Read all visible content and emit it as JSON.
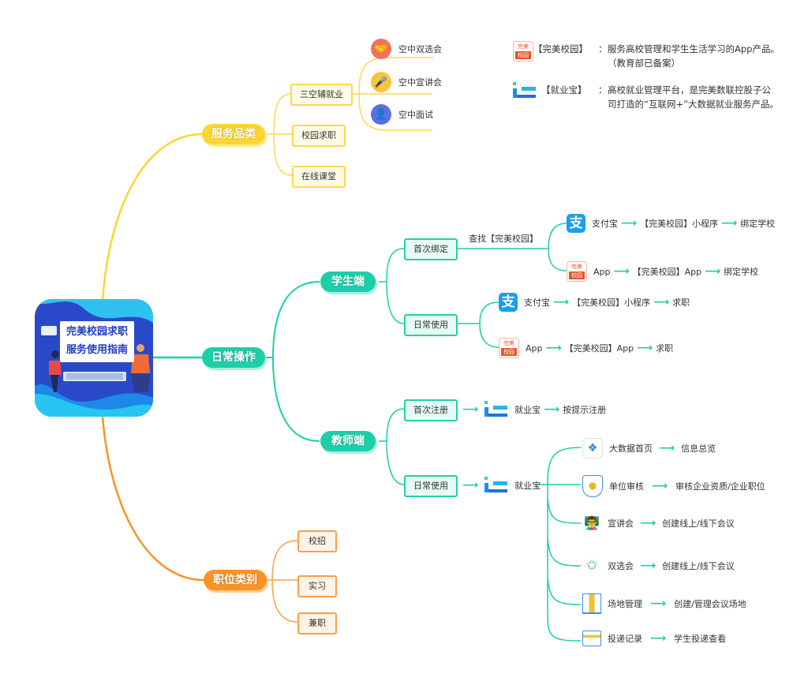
{
  "title": {
    "line1": "完美校园求职",
    "line2": "服务使用指南"
  },
  "legend": [
    {
      "name": "【完美校园】",
      "sep": "：",
      "line1": "服务高校管理和学生生活学习的App产品。",
      "line2": "（教育部已备案）",
      "icon": "wanmei-xiaoyuan-logo-icon"
    },
    {
      "name": "【就业宝】",
      "sep": "：",
      "line1": "高校就业管理平台，是完美数联控股子公",
      "line2": "司打造的“互联网+”大数据就业服务产品。",
      "icon": "jiuyebao-logo-icon"
    }
  ],
  "colors": {
    "yellow": "#fbd630",
    "green": "#1ccfa8",
    "orange": "#f99327",
    "blue": "#2a49c8"
  },
  "branches": {
    "services": {
      "label": "服务品类",
      "children": [
        {
          "label": "三空辅就业",
          "items": [
            {
              "label": "空中双选会",
              "icon": "handshake-icon",
              "color": "#f0735a"
            },
            {
              "label": "空中宣讲会",
              "icon": "microphone-icon",
              "color": "#f7c63a"
            },
            {
              "label": "空中面试",
              "icon": "interviewer-icon",
              "color": "#5b6fe0"
            }
          ]
        },
        {
          "label": "校园求职"
        },
        {
          "label": "在线课堂"
        }
      ]
    },
    "daily": {
      "label": "日常操作",
      "student": {
        "label": "学生端",
        "first_bind": {
          "label": "首次绑定",
          "edge_label": "查找【完美校园】",
          "paths": [
            {
              "icon": "alipay-icon",
              "steps": [
                "支付宝",
                "【完美校园】小程序",
                "绑定学校"
              ]
            },
            {
              "icon": "wanmei-xiaoyuan-logo-icon",
              "steps": [
                "App",
                "【完美校园】App",
                "绑定学校"
              ]
            }
          ]
        },
        "daily_use": {
          "label": "日常使用",
          "paths": [
            {
              "icon": "alipay-icon",
              "steps": [
                "支付宝",
                "【完美校园】小程序",
                "求职"
              ]
            },
            {
              "icon": "wanmei-xiaoyuan-logo-icon",
              "steps": [
                "App",
                "【完美校园】App",
                "求职"
              ]
            }
          ]
        }
      },
      "teacher": {
        "label": "教师端",
        "first_register": {
          "label": "首次注册",
          "steps": [
            "就业宝",
            "按提示注册"
          ]
        },
        "daily_use": {
          "label": "日常使用",
          "platform": "就业宝",
          "features": [
            {
              "name": "大数据首页",
              "result": "信息总览",
              "icon": "big-data-cube-icon"
            },
            {
              "name": "单位审核",
              "result": "审核企业资质/企业职位",
              "icon": "shield-audit-icon"
            },
            {
              "name": "宣讲会",
              "result": "创建线上/线下会议",
              "icon": "lecturer-icon"
            },
            {
              "name": "双选会",
              "result": "创建线上/线下会议",
              "icon": "star-tie-icon"
            },
            {
              "name": "场地管理",
              "result": "创建/管理会议场地",
              "icon": "building-icon"
            },
            {
              "name": "投递记录",
              "result": "学生投递查看",
              "icon": "computer-record-icon"
            }
          ]
        }
      }
    },
    "jobs": {
      "label": "职位类别",
      "children": [
        {
          "label": "校招"
        },
        {
          "label": "实习"
        },
        {
          "label": "兼职"
        }
      ]
    }
  }
}
